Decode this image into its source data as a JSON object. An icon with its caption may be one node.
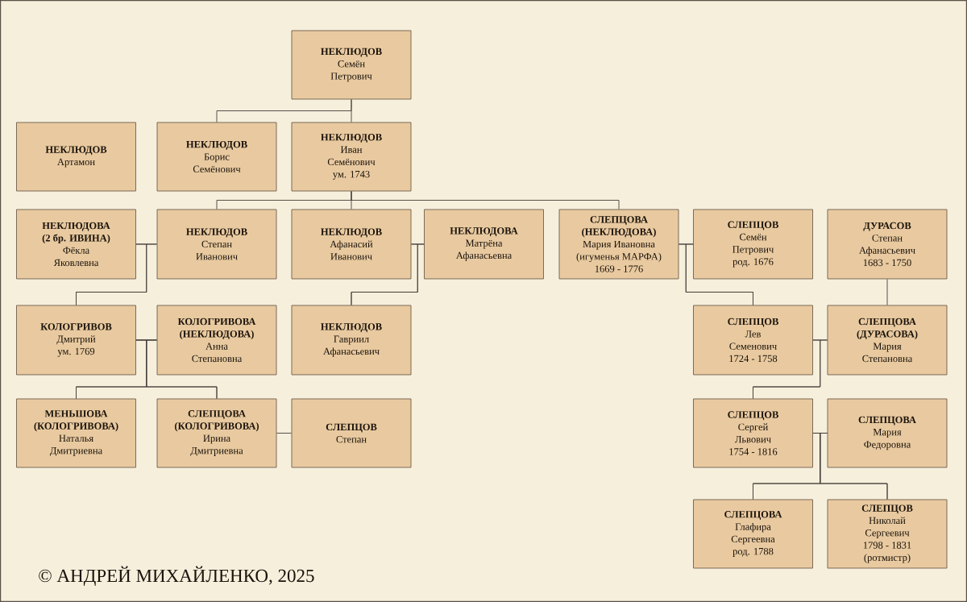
{
  "diagram": {
    "nodes": [
      {
        "text": [
          "НЕКЛЮДОВ",
          "Семён",
          "Петрович"
        ]
      },
      {
        "text": [
          "НЕКЛЮДОВ",
          "Артамон"
        ]
      },
      {
        "text": [
          "НЕКЛЮДОВ",
          "Борис",
          "Семёнович"
        ]
      },
      {
        "text": [
          "НЕКЛЮДОВ",
          "Иван",
          "Семёнович",
          "ум. 1743"
        ]
      },
      {
        "text": [
          "НЕКЛЮДОВА",
          "(2 бр. ИВИНА)",
          "Фёкла",
          "Яковлевна"
        ]
      },
      {
        "text": [
          "НЕКЛЮДОВ",
          "Степан",
          "Иванович"
        ]
      },
      {
        "text": [
          "НЕКЛЮДОВ",
          "Афанасий",
          "Иванович"
        ]
      },
      {
        "text": [
          "НЕКЛЮДОВА",
          "Матрёна",
          "Афанасьевна"
        ]
      },
      {
        "text": [
          "СЛЕПЦОВА",
          "(НЕКЛЮДОВА)",
          "Мария Ивановна",
          "(игуменья МАРФА)",
          "1669 - 1776"
        ]
      },
      {
        "text": [
          "СЛЕПЦОВ",
          "Семён",
          "Петрович",
          "род. 1676"
        ]
      },
      {
        "text": [
          "ДУРАСОВ",
          "Степан",
          "Афанасьевич",
          "1683 - 1750"
        ]
      },
      {
        "text": [
          "КОЛОГРИВОВ",
          "Дмитрий",
          "ум. 1769"
        ]
      },
      {
        "text": [
          "КОЛОГРИВОВА",
          "(НЕКЛЮДОВА)",
          "Анна",
          "Степановна"
        ]
      },
      {
        "text": [
          "НЕКЛЮДОВ",
          "Гавриил",
          "Афанасьевич"
        ]
      },
      {
        "text": [
          "СЛЕПЦОВ",
          "Лев",
          "Семенович",
          "1724 - 1758"
        ]
      },
      {
        "text": [
          "СЛЕПЦОВА",
          "(ДУРАСОВА)",
          "Мария",
          "Степановна"
        ]
      },
      {
        "text": [
          "МЕНЬШОВА",
          "(КОЛОГРИВОВА)",
          "Наталья",
          "Дмитриевна"
        ]
      },
      {
        "text": [
          "СЛЕПЦОВА",
          "(КОЛОГРИВОВА)",
          "Ирина",
          "Дмитриевна"
        ]
      },
      {
        "text": [
          "СЛЕПЦОВ",
          "Степан"
        ]
      },
      {
        "text": [
          "СЛЕПЦОВ",
          "Сергей",
          "Львович",
          "1754 - 1816"
        ]
      },
      {
        "text": [
          "СЛЕПЦОВА",
          "Мария",
          "Федоровна"
        ]
      },
      {
        "text": [
          "СЛЕПЦОВА",
          "Глафира",
          "Сергеевна",
          "род. 1788"
        ]
      },
      {
        "text": [
          "СЛЕПЦОВ",
          "Николай",
          "Сергеевич",
          "1798 - 1831",
          "(ротмистр)"
        ]
      }
    ],
    "edges": [
      {
        "from": 0,
        "to": 2,
        "arrow": "none"
      },
      {
        "from": 0,
        "to": 3,
        "arrow": "none"
      },
      {
        "from": 3,
        "to": 5,
        "arrow": "none"
      },
      {
        "from": 3,
        "to": 6,
        "arrow": "none"
      },
      {
        "from": 3,
        "to": 8,
        "arrow": "none"
      },
      {
        "from": 4,
        "to": 5,
        "arrow": "none"
      },
      {
        "from": 4,
        "to": 11,
        "arrow": "none"
      },
      {
        "from": 5,
        "to": 11,
        "arrow": "none"
      },
      {
        "from": 6,
        "to": 7,
        "arrow": "none"
      },
      {
        "from": 6,
        "to": 13,
        "arrow": "none"
      },
      {
        "from": 7,
        "to": 13,
        "arrow": "none"
      },
      {
        "from": 8,
        "to": 9,
        "arrow": "none"
      },
      {
        "from": 8,
        "to": 14,
        "arrow": "none"
      },
      {
        "from": 9,
        "to": 14,
        "arrow": "none"
      },
      {
        "from": 10,
        "to": 15,
        "arrow": "none"
      },
      {
        "from": 11,
        "to": 12,
        "arrow": "none"
      },
      {
        "from": 11,
        "to": 16,
        "arrow": "none"
      },
      {
        "from": 11,
        "to": 17,
        "arrow": "none"
      },
      {
        "from": 12,
        "to": 16,
        "arrow": "none"
      },
      {
        "from": 12,
        "to": 17,
        "arrow": "none"
      },
      {
        "from": 14,
        "to": 15,
        "arrow": "none"
      },
      {
        "from": 14,
        "to": 19,
        "arrow": "none"
      },
      {
        "from": 15,
        "to": 19,
        "arrow": "none"
      },
      {
        "from": 17,
        "to": 18,
        "arrow": "none"
      },
      {
        "from": 19,
        "to": 20,
        "arrow": "none"
      },
      {
        "from": 19,
        "to": 21,
        "arrow": "none"
      },
      {
        "from": 19,
        "to": 22,
        "arrow": "none"
      },
      {
        "from": 20,
        "to": 21,
        "arrow": "none"
      },
      {
        "from": 20,
        "to": 22,
        "arrow": "none"
      }
    ],
    "labels": [
      "© АНДРЕЙ МИХАЙЛЕНКО, 2025"
    ]
  }
}
